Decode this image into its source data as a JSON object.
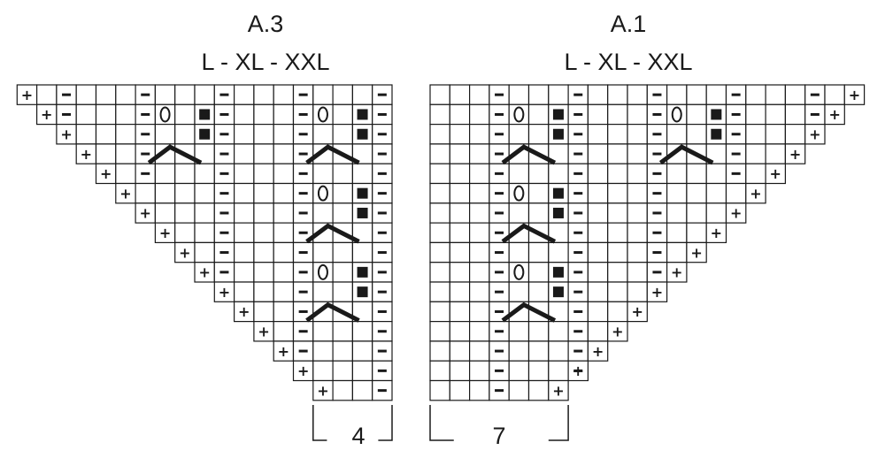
{
  "charts": [
    {
      "id": "a3",
      "title": "A.3",
      "sizes": "L - XL - XXL",
      "width_stitches": "4"
    },
    {
      "id": "a1",
      "title": "A.1",
      "sizes": "L - XL - XXL",
      "width_stitches": "7"
    }
  ],
  "symbols": {
    "increase": "+",
    "purl": "−",
    "yarn_over": "O",
    "no_stitch": "■",
    "decrease": "⋀"
  },
  "colors": {
    "grid_line": "#1a1a1a",
    "symbol": "#1a1a1a",
    "background": "#ffffff"
  }
}
